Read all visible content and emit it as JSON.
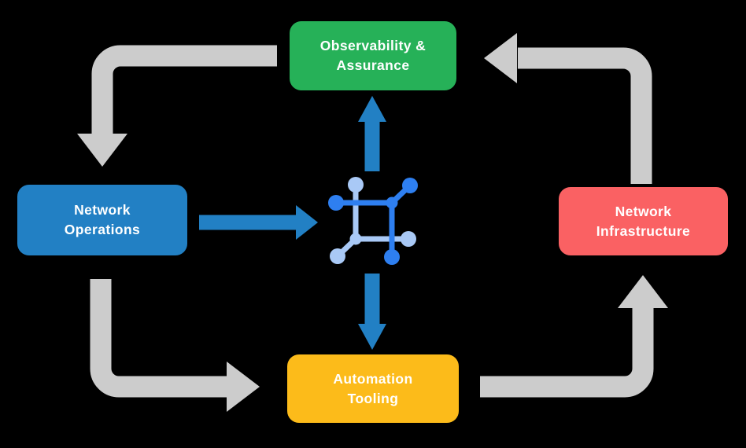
{
  "background": "#000000",
  "text_color": "#ffffff",
  "nodes": {
    "observability": {
      "label": "Observability &\nAssurance",
      "color": "#26b158"
    },
    "operations": {
      "label": "Network\nOperations",
      "color": "#2280c4"
    },
    "infrastructure": {
      "label": "Network\nInfrastructure",
      "color": "#fa6163"
    },
    "automation": {
      "label": "Automation\nTooling",
      "color": "#fcbb1a"
    }
  },
  "center_icon": {
    "name": "network-node-icon",
    "dark_color": "#2e7ff0",
    "light_color": "#a9c9f6"
  },
  "arrows": {
    "cycle_color": "#cccccc",
    "flow_color": "#2280c4",
    "cycle": [
      {
        "from": "observability",
        "to": "operations"
      },
      {
        "from": "operations",
        "to": "automation"
      },
      {
        "from": "automation",
        "to": "infrastructure"
      },
      {
        "from": "infrastructure",
        "to": "observability"
      }
    ],
    "flow": [
      {
        "from": "operations",
        "to": "center-icon"
      },
      {
        "from": "center-icon",
        "to": "observability"
      },
      {
        "from": "center-icon",
        "to": "automation"
      }
    ]
  }
}
